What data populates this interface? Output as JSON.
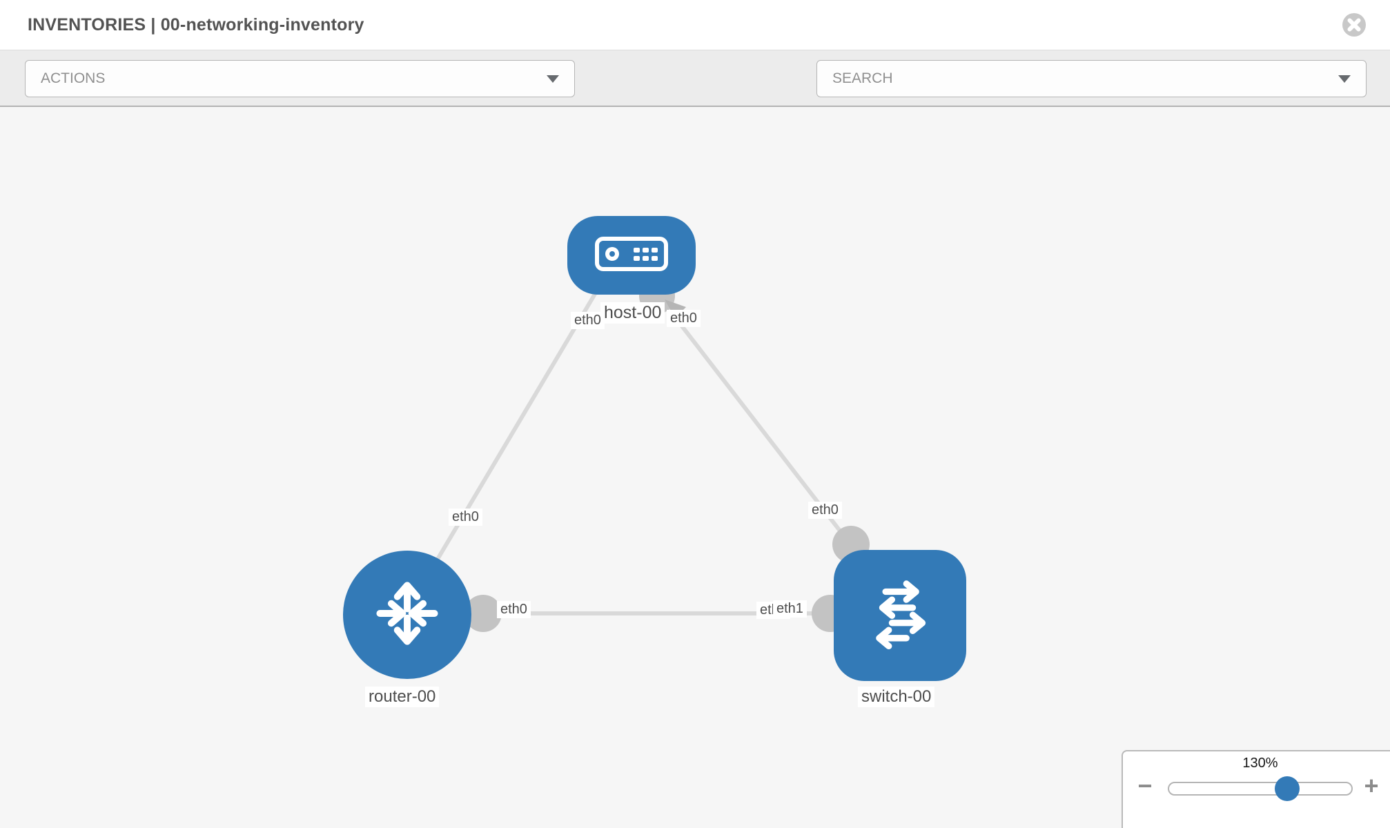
{
  "header": {
    "title": "INVENTORIES | 00-networking-inventory",
    "close_icon": "circle-x-icon"
  },
  "toolbar": {
    "actions_label": "ACTIONS",
    "search_label": "SEARCH",
    "icons": [
      "wrench-icon",
      "key-icon"
    ]
  },
  "topology": {
    "nodes": [
      {
        "id": "host-00",
        "type": "host",
        "label": "host-00"
      },
      {
        "id": "router-00",
        "type": "router",
        "label": "router-00"
      },
      {
        "id": "switch-00",
        "type": "switch",
        "label": "switch-00"
      }
    ],
    "links": [
      {
        "source": "host-00",
        "source_interface": "eth0",
        "target": "router-00",
        "target_interface": "eth0"
      },
      {
        "source": "host-00",
        "source_interface": "eth0",
        "target": "switch-00",
        "target_interface": "eth0"
      },
      {
        "source": "router-00",
        "source_interface": "eth0",
        "target": "switch-00",
        "target_interface": "eth1",
        "occluded_label": "eth0"
      }
    ]
  },
  "zoom_control": {
    "value_label": "130%",
    "percent": 130,
    "minus_label": "−",
    "plus_label": "+"
  },
  "colors": {
    "node_fill": "#337ab7",
    "edge": "#d9d9d9",
    "port": "#c3c3c3",
    "arrowhead": "#b5b5b5",
    "canvas_bg": "#f6f6f6",
    "toolbar_bg": "#ececec",
    "label_text": "#4d4d4d"
  }
}
